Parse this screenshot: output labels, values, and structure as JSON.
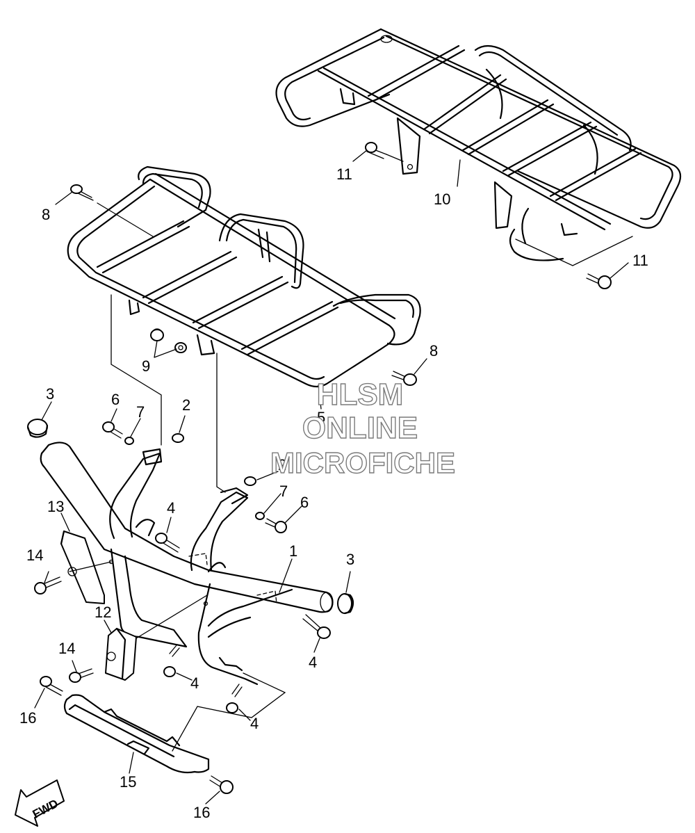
{
  "watermark": {
    "line1": "HLSM",
    "line2": "ONLINE",
    "line3": "MICROFICHE"
  },
  "direction_marker": "FWD",
  "callouts": [
    {
      "id": "c1",
      "label": "1"
    },
    {
      "id": "c2a",
      "label": "2"
    },
    {
      "id": "c2b",
      "label": "2"
    },
    {
      "id": "c3a",
      "label": "3"
    },
    {
      "id": "c3b",
      "label": "3"
    },
    {
      "id": "c4a",
      "label": "4"
    },
    {
      "id": "c4b",
      "label": "4"
    },
    {
      "id": "c4c",
      "label": "4"
    },
    {
      "id": "c4d",
      "label": "4"
    },
    {
      "id": "c5",
      "label": "5"
    },
    {
      "id": "c6a",
      "label": "6"
    },
    {
      "id": "c6b",
      "label": "6"
    },
    {
      "id": "c7a",
      "label": "7"
    },
    {
      "id": "c7b",
      "label": "7"
    },
    {
      "id": "c8a",
      "label": "8"
    },
    {
      "id": "c8b",
      "label": "8"
    },
    {
      "id": "c9",
      "label": "9"
    },
    {
      "id": "c10",
      "label": "10"
    },
    {
      "id": "c11a",
      "label": "11"
    },
    {
      "id": "c11b",
      "label": "11"
    },
    {
      "id": "c12",
      "label": "12"
    },
    {
      "id": "c13",
      "label": "13"
    },
    {
      "id": "c14a",
      "label": "14"
    },
    {
      "id": "c14b",
      "label": "14"
    },
    {
      "id": "c15",
      "label": "15"
    },
    {
      "id": "c16a",
      "label": "16"
    },
    {
      "id": "c16b",
      "label": "16"
    }
  ]
}
